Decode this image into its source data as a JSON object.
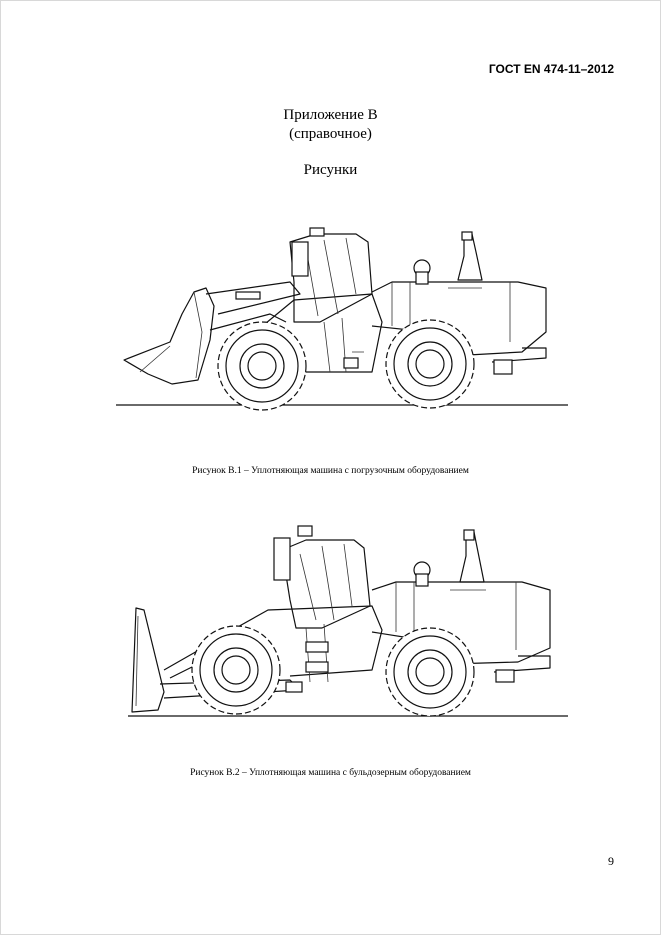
{
  "header": {
    "doc_code": "ГОСТ EN 474-11–2012"
  },
  "appendix": {
    "title": "Приложение В",
    "subtitle": "(справочное)"
  },
  "section": {
    "heading": "Рисунки"
  },
  "figures": [
    {
      "caption": "Рисунок В.1 – Уплотняющая машина с погрузочным оборудованием",
      "icon": "compactor-loader-drawing"
    },
    {
      "caption": "Рисунок В.2 – Уплотняющая машина с бульдозерным оборудованием",
      "icon": "compactor-dozer-drawing"
    }
  ],
  "footer": {
    "page_number": "9"
  }
}
